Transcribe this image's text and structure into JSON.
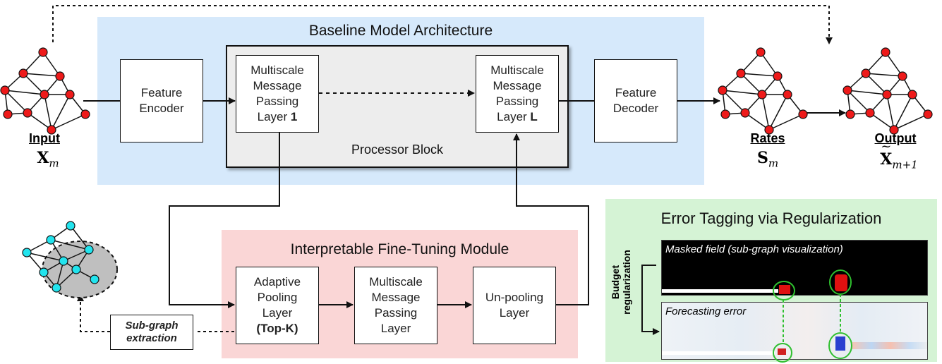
{
  "baseline": {
    "title": "Baseline Model Architecture",
    "encoder": "Feature\nEncoder",
    "decoder": "Feature\nDecoder",
    "processor_label": "Processor Block",
    "mp_layer_first": {
      "text": "Multiscale\nMessage\nPassing\nLayer ",
      "index": "1"
    },
    "mp_layer_last": {
      "text": "Multiscale\nMessage\nPassing\nLayer ",
      "index": "L"
    }
  },
  "io": {
    "input": {
      "label": "Input",
      "symbol": "X",
      "sub": "m"
    },
    "rates": {
      "label": "Rates",
      "symbol": "S",
      "sub": "m"
    },
    "output": {
      "label": "Output",
      "symbol": "X",
      "tilde": "~",
      "sub": "m+1"
    }
  },
  "fine_tuning": {
    "title": "Interpretable Fine-Tuning Module",
    "pooling": {
      "text": "Adaptive\nPooling\nLayer",
      "bold": "(Top-K)"
    },
    "mp_layer": "Multiscale\nMessage\nPassing\nLayer",
    "unpooling": "Un-pooling\nLayer"
  },
  "subgraph": {
    "label": "Sub-graph\nextraction"
  },
  "error_tagging": {
    "title": "Error Tagging via Regularization",
    "masked_caption": "Masked field (sub-graph visualization)",
    "error_caption": "Forecasting error",
    "side_label_1": "Budget",
    "side_label_2": "regularization"
  },
  "colors": {
    "node_red": "#ee1a1a",
    "node_cyan": "#22e4ee",
    "panel_blue": "#d6e9fb",
    "panel_pink": "#fad6d6",
    "panel_green": "#d5f3d5",
    "highlight_green": "#2fbf2f"
  }
}
